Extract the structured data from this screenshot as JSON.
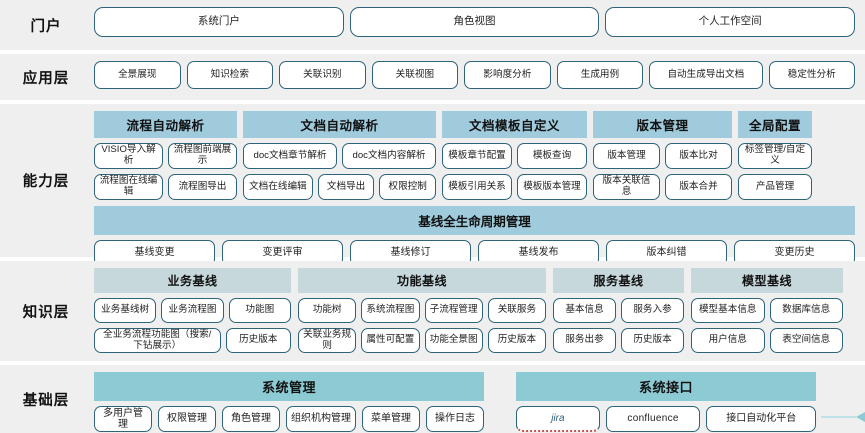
{
  "layers": {
    "portal": {
      "label": "门户",
      "items": [
        "系统门户",
        "角色视图",
        "个人工作空间"
      ]
    },
    "application": {
      "label": "应用层",
      "items": [
        "全景展现",
        "知识检索",
        "关联识别",
        "关联视图",
        "影响度分析",
        "生成用例",
        "自动生成导出文档",
        "稳定性分析"
      ]
    },
    "capability": {
      "label": "能力层",
      "groups": [
        {
          "title": "流程自动解析",
          "rows": [
            [
              "VISIO导入解析",
              "流程图前端展示"
            ],
            [
              "流程图在线编辑",
              "流程图导出"
            ]
          ]
        },
        {
          "title": "文档自动解析",
          "rows": [
            [
              "doc文档章节解析",
              "doc文档内容解析"
            ],
            [
              "文档在线编辑",
              "文档导出",
              "权限控制"
            ]
          ]
        },
        {
          "title": "文档模板自定义",
          "rows": [
            [
              "模板章节配置",
              "模板查询"
            ],
            [
              "模板引用关系",
              "模板版本管理"
            ]
          ]
        },
        {
          "title": "版本管理",
          "rows": [
            [
              "版本管理",
              "版本比对"
            ],
            [
              "版本关联信息",
              "版本合并"
            ]
          ]
        },
        {
          "title": "全局配置",
          "rows": [
            [
              "标签管理/自定义"
            ],
            [
              "产品管理"
            ]
          ]
        }
      ],
      "baseline": {
        "title": "基线全生命周期管理",
        "items": [
          "基线变更",
          "变更评审",
          "基线修订",
          "基线发布",
          "版本纠错",
          "变更历史"
        ]
      }
    },
    "knowledge": {
      "label": "知识层",
      "groups": [
        {
          "title": "业务基线",
          "rows": [
            [
              "业务基线树",
              "业务流程图",
              "功能图"
            ],
            [
              "全业务流程功能图（搜索/下钻展示）",
              "历史版本"
            ]
          ]
        },
        {
          "title": "功能基线",
          "rows": [
            [
              "功能树",
              "系统流程图",
              "子流程管理",
              "关联服务"
            ],
            [
              "关联业务规则",
              "属性可配置",
              "功能全景图",
              "历史版本"
            ]
          ]
        },
        {
          "title": "服务基线",
          "rows": [
            [
              "基本信息",
              "服务入参"
            ],
            [
              "服务出参",
              "历史版本"
            ]
          ]
        },
        {
          "title": "模型基线",
          "rows": [
            [
              "模型基本信息",
              "数据库信息"
            ],
            [
              "用户信息",
              "表空间信息"
            ]
          ]
        }
      ]
    },
    "foundation": {
      "label": "基础层",
      "groups": [
        {
          "title": "系统管理",
          "items": [
            "多用户管理",
            "权限管理",
            "角色管理",
            "组织机构管理",
            "菜单管理",
            "操作日志"
          ]
        },
        {
          "title": "系统接口",
          "items": [
            "jira",
            "confluence",
            "接口自动化平台"
          ]
        }
      ]
    }
  },
  "colors": {
    "band_bg": "#efefef",
    "pill_border": "#2e6479",
    "cap_header": "#9fcbdd",
    "kn_header": "#c6d8db",
    "fd_header": "#8ccbd4",
    "page_bg": "#ffffff"
  }
}
